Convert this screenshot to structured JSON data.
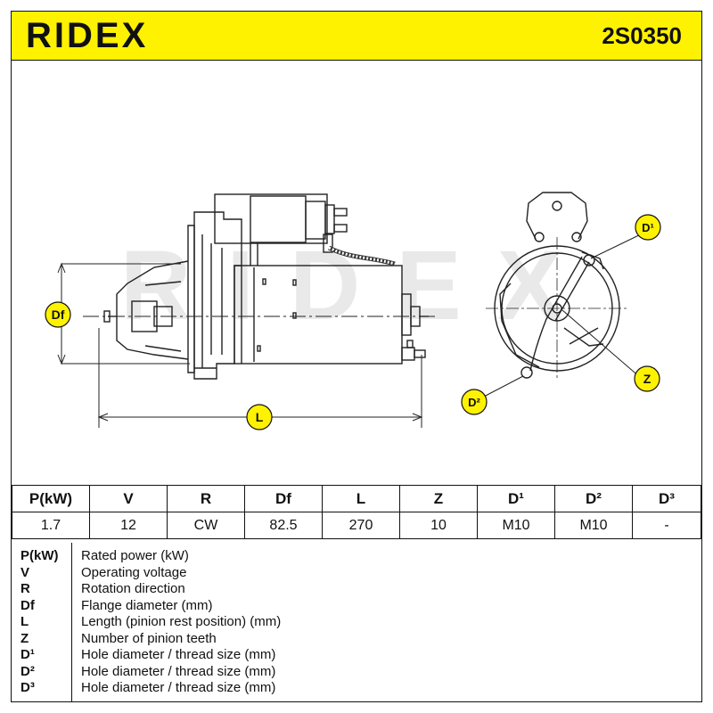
{
  "header": {
    "brand": "RIDEX",
    "part_number": "2S0350",
    "bg_color": "#fff200"
  },
  "drawing": {
    "watermark": "RIDEX",
    "labels": {
      "df": "Df",
      "l": "L",
      "d1": "D¹",
      "d2": "D²",
      "z": "Z"
    },
    "label_bubble_color": "#fff200"
  },
  "specs": {
    "headers": [
      "P(kW)",
      "V",
      "R",
      "Df",
      "L",
      "Z",
      "D¹",
      "D²",
      "D³"
    ],
    "values": [
      "1.7",
      "12",
      "CW",
      "82.5",
      "270",
      "10",
      "M10",
      "M10",
      "-"
    ]
  },
  "legend": [
    {
      "symbol": "P(kW)",
      "description": "Rated power (kW)"
    },
    {
      "symbol": "V",
      "description": "Operating voltage"
    },
    {
      "symbol": "R",
      "description": "Rotation direction"
    },
    {
      "symbol": "Df",
      "description": "Flange diameter (mm)"
    },
    {
      "symbol": "L",
      "description": "Length (pinion rest position) (mm)"
    },
    {
      "symbol": "Z",
      "description": "Number of pinion teeth"
    },
    {
      "symbol": "D¹",
      "description": "Hole diameter / thread size (mm)"
    },
    {
      "symbol": "D²",
      "description": "Hole diameter / thread size (mm)"
    },
    {
      "symbol": "D³",
      "description": "Hole diameter / thread size (mm)"
    }
  ]
}
